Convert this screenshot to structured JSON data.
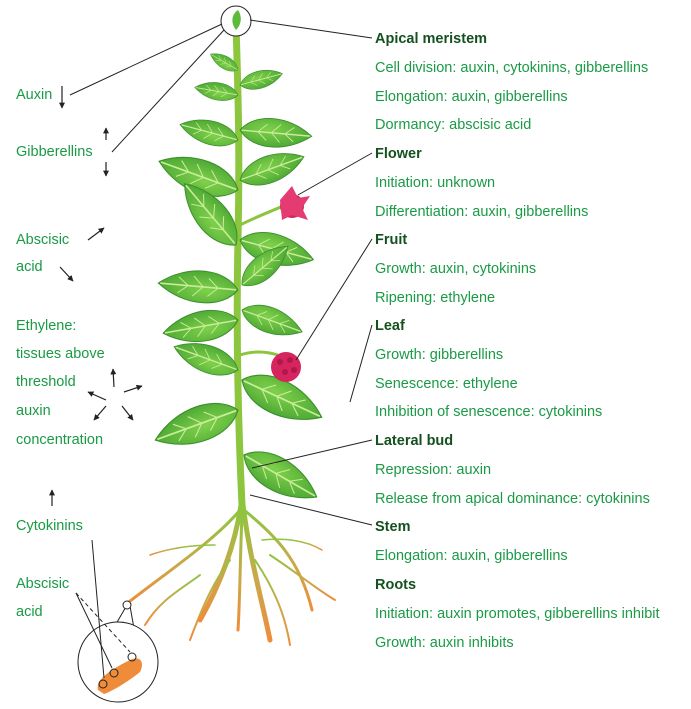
{
  "colors": {
    "green_text": "#1a9a45",
    "heading_text": "#14511f",
    "leaf": "#5cbc3a",
    "stem": "#8cc63e",
    "flower": "#d6245e",
    "root": "#e0913a",
    "lines": "#222222"
  },
  "left": {
    "auxin": "Auxin",
    "gibberellins": "Gibberellins",
    "abscisic_1": "Abscisic",
    "abscisic_2": "acid",
    "ethylene_1": "Ethylene:",
    "ethylene_2": "tissues above",
    "ethylene_3": "threshold",
    "ethylene_4": "auxin",
    "ethylene_5": "concentration",
    "cytokinins": "Cytokinins",
    "abscisic_root_1": "Abscisic",
    "abscisic_root_2": "acid"
  },
  "right": {
    "apical_title": "Apical meristem",
    "apical_1": "Cell division: auxin, cytokinins, gibberellins",
    "apical_2": "Elongation: auxin, gibberellins",
    "apical_3": "Dormancy: abscisic acid",
    "flower_title": "Flower",
    "flower_1": "Initiation: unknown",
    "flower_2": "Differentiation: auxin, gibberellins",
    "fruit_title": "Fruit",
    "fruit_1": "Growth: auxin, cytokinins",
    "fruit_2": "Ripening: ethylene",
    "leaf_title": "Leaf",
    "leaf_1": "Growth: gibberellins",
    "leaf_2": "Senescence: ethylene",
    "leaf_3": "Inhibition of senescence: cytokinins",
    "bud_title": "Lateral bud",
    "bud_1": "Repression: auxin",
    "bud_2": "Release from apical dominance: cytokinins",
    "stem_title": "Stem",
    "stem_1": "Elongation: auxin, gibberellins",
    "roots_title": "Roots",
    "roots_1": "Initiation: auxin promotes, gibberellins inhibit",
    "roots_2": "Growth: auxin inhibits"
  }
}
